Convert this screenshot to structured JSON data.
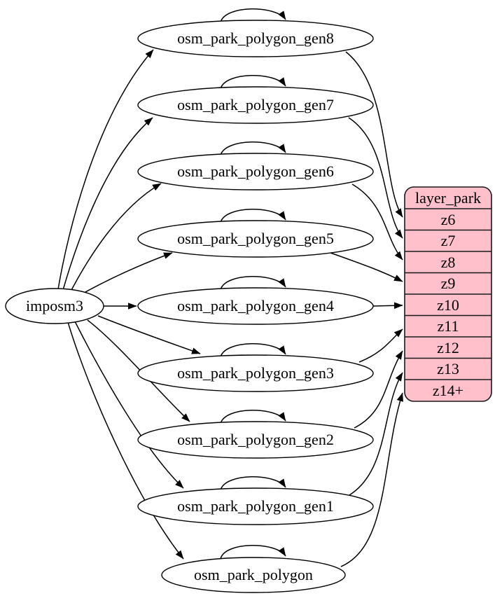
{
  "colors": {
    "background": "#ffffff",
    "node_fill": "#ffffff",
    "layer_fill": "#ffc0cb",
    "edge_stroke": "#000000"
  },
  "source_node": {
    "label": "imposm3"
  },
  "generalized_tables": [
    {
      "label": "osm_park_polygon_gen8",
      "feeds_row": "z6",
      "has_self_loop": true,
      "from_source": true
    },
    {
      "label": "osm_park_polygon_gen7",
      "feeds_row": "z7",
      "has_self_loop": true,
      "from_source": true
    },
    {
      "label": "osm_park_polygon_gen6",
      "feeds_row": "z8",
      "has_self_loop": true,
      "from_source": true
    },
    {
      "label": "osm_park_polygon_gen5",
      "feeds_row": "z9",
      "has_self_loop": true,
      "from_source": true
    },
    {
      "label": "osm_park_polygon_gen4",
      "feeds_row": "z10",
      "has_self_loop": true,
      "from_source": true
    },
    {
      "label": "osm_park_polygon_gen3",
      "feeds_row": "z11",
      "has_self_loop": true,
      "from_source": true
    },
    {
      "label": "osm_park_polygon_gen2",
      "feeds_row": "z12",
      "has_self_loop": true,
      "from_source": true
    },
    {
      "label": "osm_park_polygon_gen1",
      "feeds_row": "z13",
      "has_self_loop": true,
      "from_source": true
    },
    {
      "label": "osm_park_polygon",
      "feeds_row": "z14+",
      "has_self_loop": true,
      "from_source": true
    }
  ],
  "layer_table": {
    "title": "layer_park",
    "rows": [
      "z6",
      "z7",
      "z8",
      "z9",
      "z10",
      "z11",
      "z12",
      "z13",
      "z14+"
    ]
  }
}
